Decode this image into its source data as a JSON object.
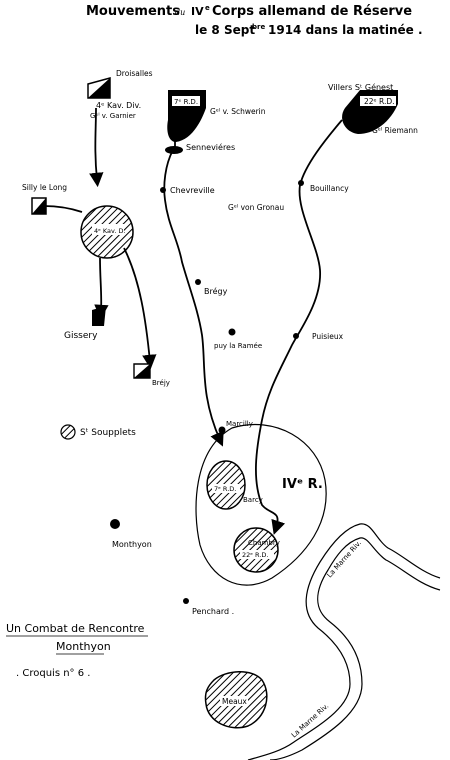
{
  "title": {
    "line1_a": "Mouvements",
    "line1_b": "du",
    "line1_c": "IV",
    "line1_d": "e",
    "line1_e": "Corps allemand de Réserve",
    "line2": "le 8 Sept",
    "line2_sup": "bre",
    "line2_b": "1914 dans la matinée ."
  },
  "places": {
    "droisalles": "Droisalles",
    "silly": "Silly le Long",
    "gissery": "Gissery",
    "brejy": "Bréjy",
    "st_soupplets": "Sᵗ Soupplets",
    "monthyon": "Monthyon",
    "penchard": "Penchard .",
    "meaux": "Meaux",
    "senevieres": "Senneviéres",
    "chevreville": "Chevreville",
    "bregy": "Brégy",
    "puy_la_ramee": "puy la Ramée",
    "marcilly": "Marcilly",
    "barcy": "Barcy",
    "chambry": "Chambry",
    "villers": "Villers Sᵗ Génest",
    "bouillancy": "Bouillancy",
    "puisieux": "Puisieux"
  },
  "units": {
    "kav_div_label": "4ᵉ Kav. Div.",
    "kav_div_general": "Gᵉˡ v. Garnier",
    "kav_div_mark": "4ᵉ Kav. D.",
    "seventh_rd": "7ᵉ R.D.",
    "schwerin": "Gᵉˡ v. Schwerin",
    "twentysecond_rd": "22ᵉ R.D.",
    "riemann": "Gᵉˡ Riemann",
    "gronau": "Gᵉˡ von Gronau",
    "corps": "IVᵉ R.",
    "seventh_small": "7ᵉ R.D.",
    "twentysecond_small": "22ᵉ R.D."
  },
  "rivers": {
    "marne_upper": "La Marne  Riv.",
    "marne_lower": "La Marne  Riv."
  },
  "caption": {
    "line1": "Un Combat de Rencontre",
    "line2": "Monthyon",
    "line3": ". Croquis n° 6 ."
  }
}
